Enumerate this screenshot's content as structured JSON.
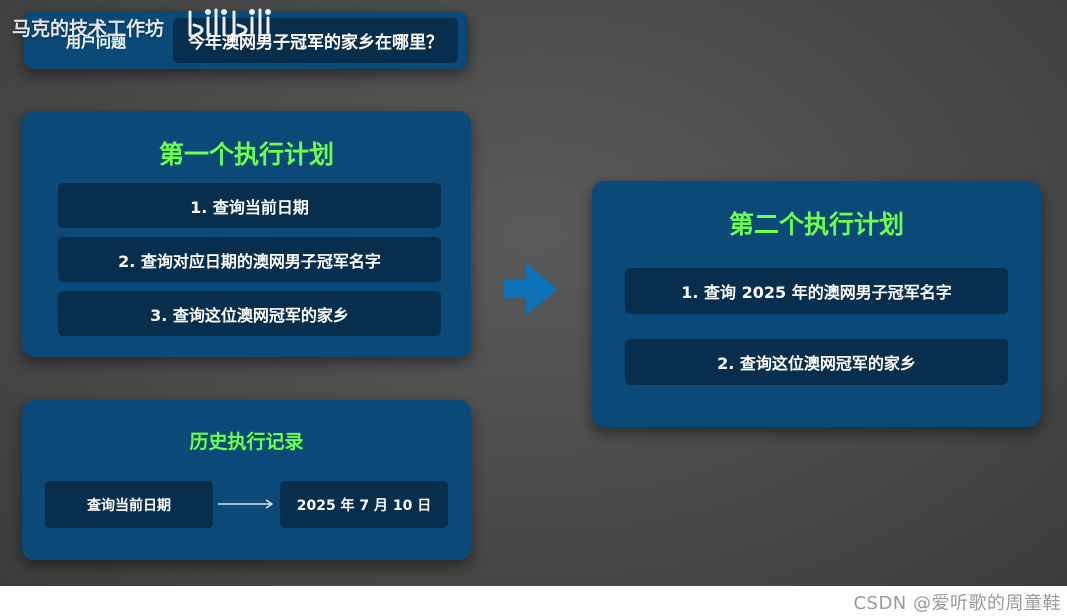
{
  "watermark": {
    "text": "马克的技术工作坊",
    "logo_text": "bilibili"
  },
  "user_question": {
    "label": "用户问题",
    "text": "今年澳网男子冠军的家乡在哪里？"
  },
  "plan1": {
    "title": "第一个执行计划",
    "steps": [
      "1. 查询当前日期",
      "2. 查询对应日期的澳网男子冠军名字",
      "3. 查询这位澳网冠军的家乡"
    ]
  },
  "history": {
    "title": "历史执行记录",
    "from": "查询当前日期",
    "to": "2025 年 7 月 10 日"
  },
  "plan2": {
    "title": "第二个执行计划",
    "steps": [
      "1. 查询 2025 年的澳网男子冠军名字",
      "2. 查询这位澳网冠军的家乡"
    ]
  },
  "footer": {
    "text": "CSDN @爱听歌的周童鞋"
  },
  "colors": {
    "panel": "#0b4978",
    "item": "#072e4d",
    "title_green": "#6dff4a",
    "arrow": "#0d72b8"
  },
  "icons": {
    "transition_arrow": "right-arrow-icon",
    "history_arrow": "long-right-arrow-icon"
  }
}
